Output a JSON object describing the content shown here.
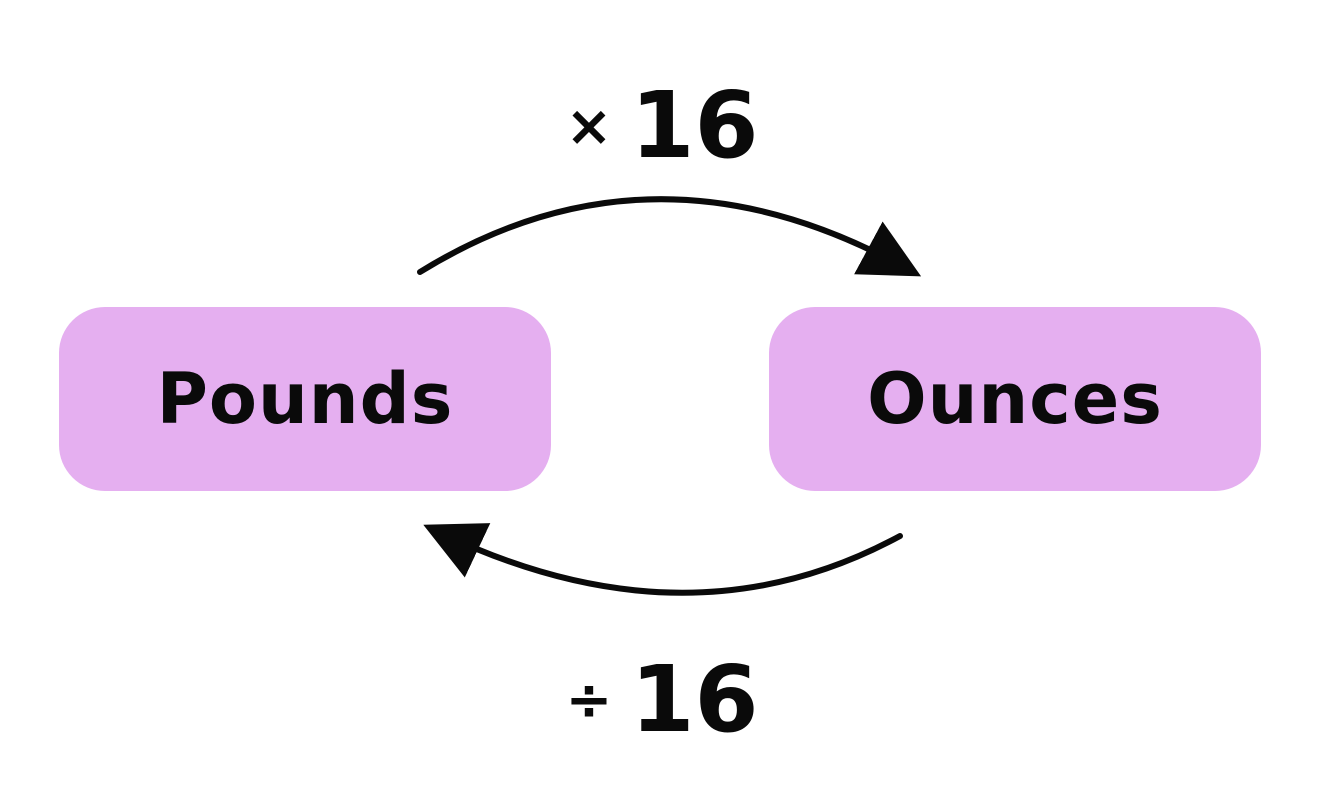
{
  "colors": {
    "box_fill": "#e5aff0",
    "arrow": "#0a0a0a",
    "text": "#0a0a0a"
  },
  "boxes": {
    "left_label": "Pounds",
    "right_label": "Ounces"
  },
  "operations": {
    "top_symbol": "×",
    "top_value": "16",
    "bottom_symbol": "÷",
    "bottom_value": "16"
  }
}
